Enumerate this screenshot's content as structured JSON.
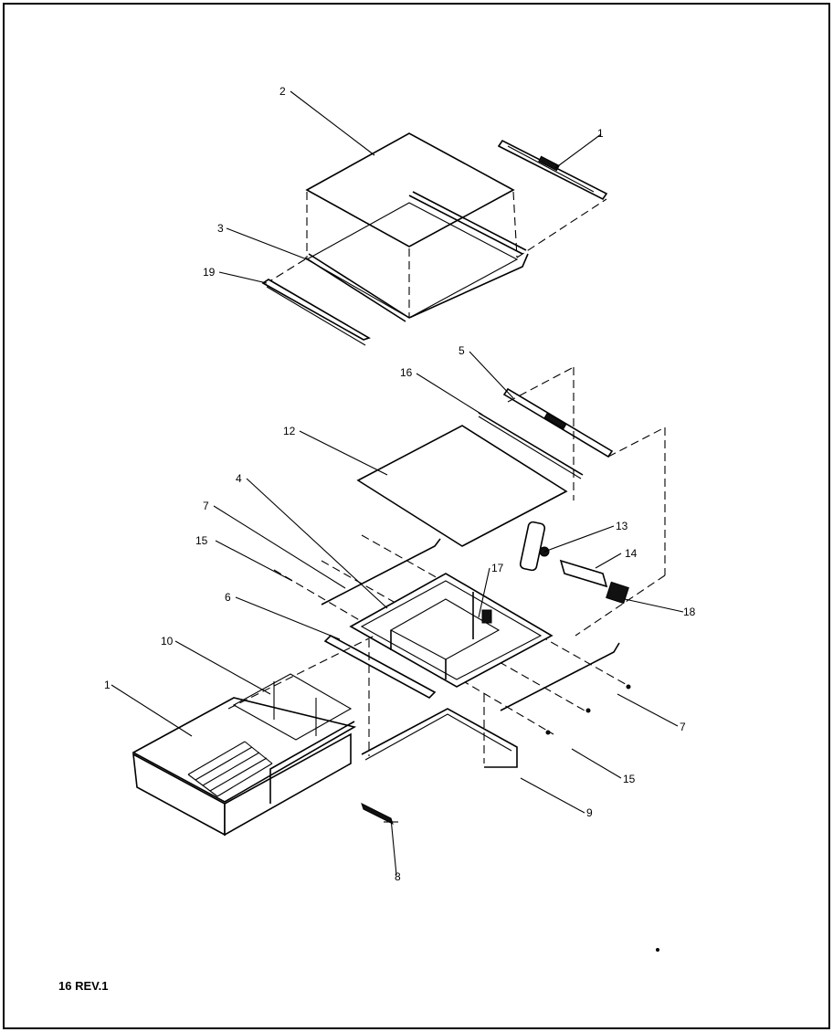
{
  "diagram": {
    "footer_label": "16 REV.1",
    "callouts": {
      "c1a": "1",
      "c2": "2",
      "c3": "3",
      "c19": "19",
      "c5": "5",
      "c16": "16",
      "c12": "12",
      "c4": "4",
      "c7a": "7",
      "c15a": "15",
      "c6": "6",
      "c10": "10",
      "c1b": "1",
      "c17": "17",
      "c13": "13",
      "c14": "14",
      "c18": "18",
      "c7b": "7",
      "c15b": "15",
      "c9": "9",
      "c8": "8"
    }
  }
}
